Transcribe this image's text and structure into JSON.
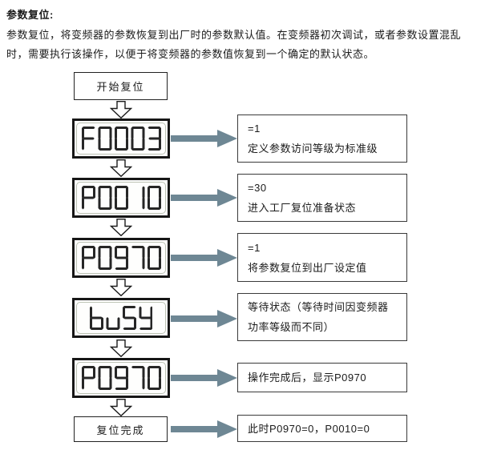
{
  "title": "参数复位:",
  "intro": "参数复位，将变频器的参数恢复到出厂时的参数默认值。在变频器初次调试，或者参数设置混乱时，需要执行该操作，以便于将变频器的参数值恢复到一个确定的默认状态。",
  "colors": {
    "arrow": "#6e8794",
    "segment": "#262626",
    "border": "#161616"
  },
  "flow": {
    "start_label": "开始复位",
    "displays": [
      "F0003",
      "P0010",
      "P0970",
      "buSY",
      "P0970"
    ],
    "end_label": "复位完成"
  },
  "annotations": [
    {
      "value": "=1",
      "text": "定义参数访问等级为标准级"
    },
    {
      "value": "=30",
      "text": "进入工厂复位准备状态"
    },
    {
      "value": "=1",
      "text": "将参数复位到出厂设定值"
    },
    {
      "value": "",
      "text": "等待状态（等待时间因变频器功率等级而不同）"
    },
    {
      "value": "",
      "text": "操作完成后，显示P0970"
    },
    {
      "value": "",
      "text": "此时P0970=0，P0010=0"
    }
  ]
}
